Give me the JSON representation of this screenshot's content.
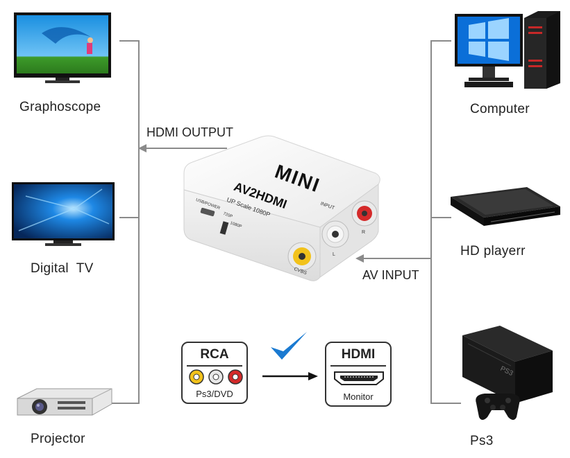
{
  "outputs": {
    "graphoscope": "Graphoscope",
    "digital_tv": "Digital  TV",
    "projector": "Projector"
  },
  "inputs": {
    "computer": "Computer",
    "hd_player": "HD playerr",
    "ps3": "Ps3"
  },
  "flow": {
    "hdmi_output": "HDMI OUTPUT",
    "av_input": "AV INPUT"
  },
  "converter": {
    "brand": "MINI",
    "model": "AV2HDMI",
    "subtitle": "UP Scale 1080P",
    "input_label": "INPUT",
    "cvbs_label": "CVBS",
    "l_label": "L",
    "r_label": "R",
    "usb_label": "USB/POWER",
    "mode_720": "720P",
    "mode_1080": "1080P"
  },
  "diagram": {
    "rca_title": "RCA",
    "rca_sub": "Ps3/DVD",
    "hdmi_title": "HDMI",
    "hdmi_sub": "Monitor"
  },
  "colors": {
    "line": "#8a8a8a",
    "check": "#1a7ad1",
    "rca_yellow": "#f2c21b",
    "rca_white": "#e8e8e8",
    "rca_red": "#d42a2a"
  }
}
